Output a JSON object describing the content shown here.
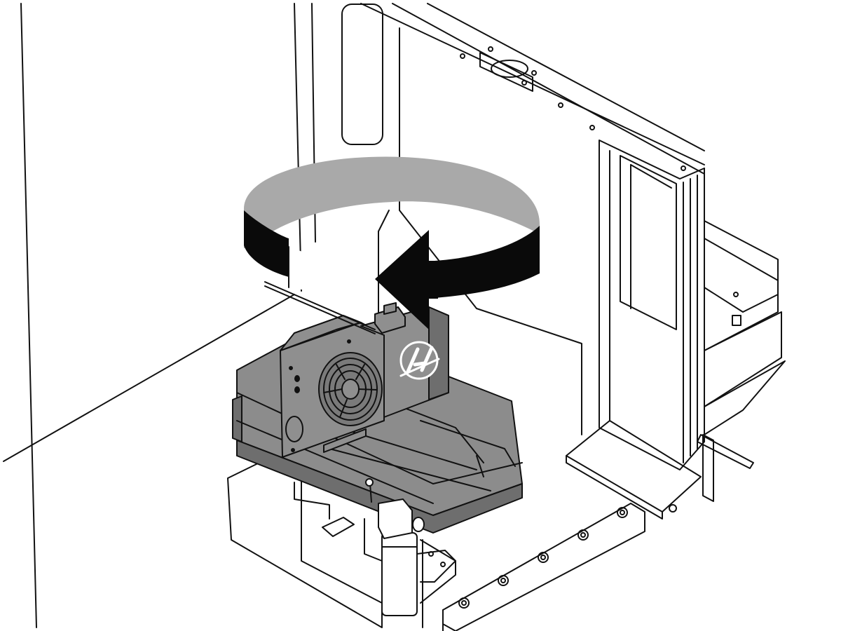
{
  "diagram": {
    "subject": "rotary-table-on-mill-table",
    "arrow": {
      "direction": "counterclockwise",
      "meaning": "rotate"
    },
    "logo": {
      "icon": "haas-logo-icon",
      "text": "H"
    },
    "colors": {
      "line": "#111111",
      "background": "#ffffff",
      "rotary_body": "#8f8f8f",
      "rotary_dark": "#6e6e6e",
      "table": "#8c8c8c",
      "arrow_light": "#a9a9a9",
      "arrow_dark": "#0a0a0a"
    }
  }
}
